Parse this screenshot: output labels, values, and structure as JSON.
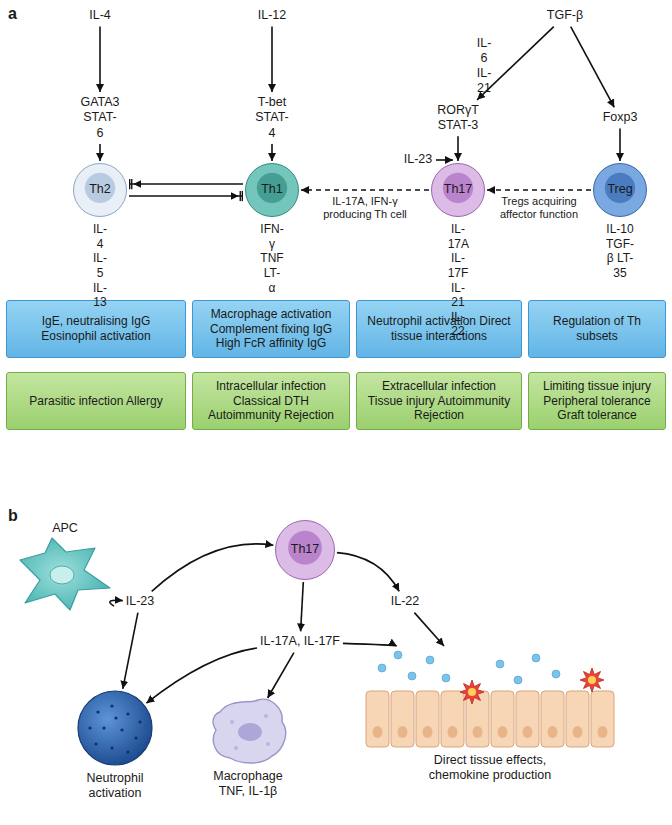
{
  "diagram": {
    "nodes": [
      {
        "text": [
          "IL-4"
        ]
      },
      {
        "text": [
          "GATA3 STAT-6"
        ]
      },
      {
        "text": [
          "Th2",
          "IL-4 IL-5 IL-13"
        ]
      },
      {
        "text": [
          "IL-12"
        ]
      },
      {
        "text": [
          "T-bet STAT-4"
        ]
      },
      {
        "text": [
          "Th1",
          "IFN-γ TNF LT-α"
        ]
      },
      {
        "text": [
          "TGF-β"
        ]
      },
      {
        "text": [
          "RORγT STAT-3"
        ]
      },
      {
        "text": [
          "Th17",
          "IL-17A IL-17F IL-21 IL-22"
        ]
      },
      {
        "text": [
          "Foxp3"
        ]
      },
      {
        "text": [
          "Treg",
          "IL-10 TGF-β LT-35"
        ]
      },
      {
        "text": [
          "IgE, neutralising IgG Eosinophil activation"
        ]
      },
      {
        "text": [
          "Macrophage activation Complement fixing IgG High FcR affinity IgG"
        ]
      },
      {
        "text": [
          "Neutrophil activation Direct tissue interactions"
        ]
      },
      {
        "text": [
          "Regulation of Th subsets"
        ]
      },
      {
        "text": [
          "Parasitic infection Allergy"
        ]
      },
      {
        "text": [
          "Intracellular infection Classical DTH Autoimmunity Rejection"
        ]
      },
      {
        "text": [
          "Extracellular infection Tissue injury Autoimmunity Rejection"
        ]
      },
      {
        "text": [
          "Limiting tissue injury Peripheral tolerance Graft tolerance"
        ]
      },
      {
        "text": [
          "APC"
        ]
      },
      {
        "text": [
          "IL-23"
        ]
      },
      {
        "text": [
          "Th17"
        ]
      },
      {
        "text": [
          "IL-22"
        ]
      },
      {
        "text": [
          "IL-17A, IL-17F"
        ]
      },
      {
        "text": [
          "Neutrophil activation"
        ]
      },
      {
        "text": [
          "Macrophage TNF, IL-1β"
        ]
      },
      {
        "text": [
          "Direct tissue effects, chemokine production"
        ]
      }
    ],
    "edges": [
      {
        "from": 0,
        "to": 1,
        "arrow": "to"
      },
      {
        "from": 1,
        "to": 2,
        "arrow": "to"
      },
      {
        "from": 3,
        "to": 4,
        "arrow": "to"
      },
      {
        "from": 4,
        "to": 5,
        "arrow": "to"
      },
      {
        "from": 5,
        "to": 2,
        "arrow": "to"
      },
      {
        "from": 2,
        "to": 5,
        "arrow": "to"
      },
      {
        "from": 6,
        "to": 7,
        "arrow": "to"
      },
      {
        "from": 6,
        "to": 9,
        "arrow": "to"
      },
      {
        "from": 7,
        "to": 8,
        "arrow": "to"
      },
      {
        "from": 9,
        "to": 10,
        "arrow": "to"
      },
      {
        "from": 8,
        "to": 5,
        "arrow": "to",
        "label": "IL-17A, IFN-γ producing Th cell"
      },
      {
        "from": 10,
        "to": 8,
        "arrow": "to",
        "label": "Tregs acquiring affector function"
      },
      {
        "from": 19,
        "to": 20,
        "arrow": "to"
      },
      {
        "from": 20,
        "to": 21,
        "arrow": "to"
      },
      {
        "from": 20,
        "to": 24,
        "arrow": "to"
      },
      {
        "from": 21,
        "to": 22,
        "arrow": "to"
      },
      {
        "from": 21,
        "to": 23,
        "arrow": "to"
      },
      {
        "from": 22,
        "to": 26,
        "arrow": "to"
      },
      {
        "from": 23,
        "to": 24,
        "arrow": "to"
      },
      {
        "from": 23,
        "to": 25,
        "arrow": "to"
      },
      {
        "from": 23,
        "to": 26,
        "arrow": "to"
      }
    ],
    "labels": [
      "a",
      "IL-6 IL-21",
      "IL-23",
      "b"
    ]
  }
}
